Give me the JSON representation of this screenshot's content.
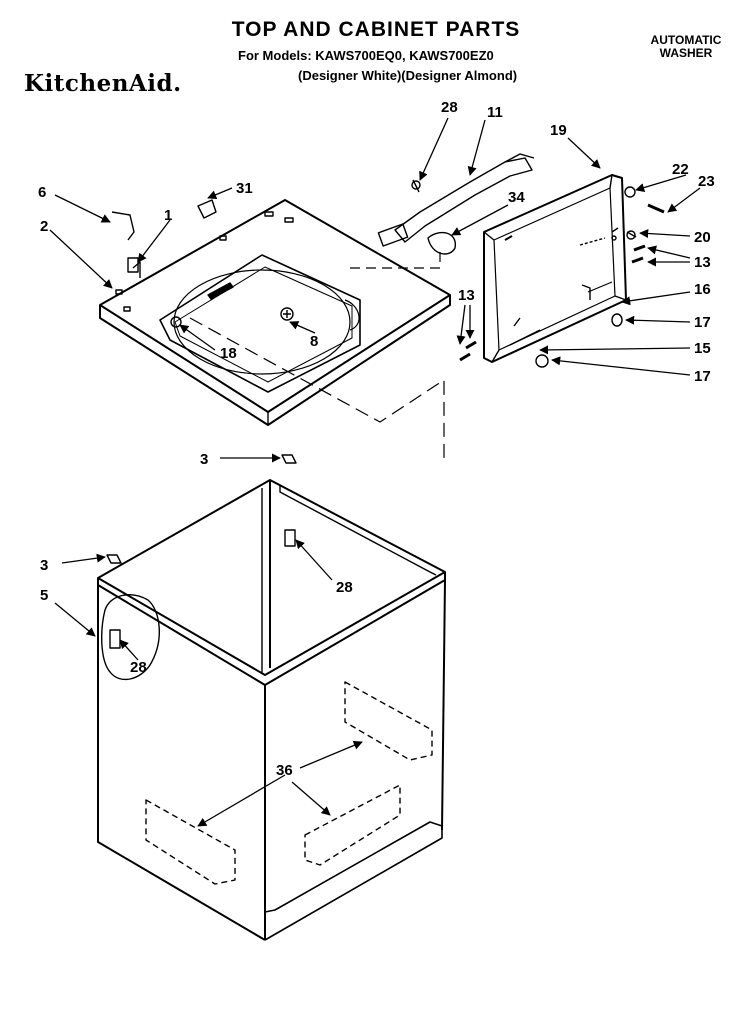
{
  "header": {
    "title": "TOP AND CABINET PARTS",
    "models_line": "For Models: KAWS700EQ0, KAWS700EZ0",
    "designer_line": "(Designer White)(Designer Almond)",
    "product_line1": "AUTOMATIC",
    "product_line2": "WASHER",
    "brand": "KitchenAid."
  },
  "callouts": {
    "c28a": "28",
    "c11": "11",
    "c19": "19",
    "c6": "6",
    "c31": "31",
    "c34": "34",
    "c22": "22",
    "c23": "23",
    "c1": "1",
    "c2": "2",
    "c20": "20",
    "c13a": "13",
    "c16": "16",
    "c13b": "13",
    "c17a": "17",
    "c8": "8",
    "c18": "18",
    "c15": "15",
    "c17b": "17",
    "c3a": "3",
    "c3b": "3",
    "c28b": "28",
    "c5": "5",
    "c28c": "28",
    "c36": "36"
  }
}
